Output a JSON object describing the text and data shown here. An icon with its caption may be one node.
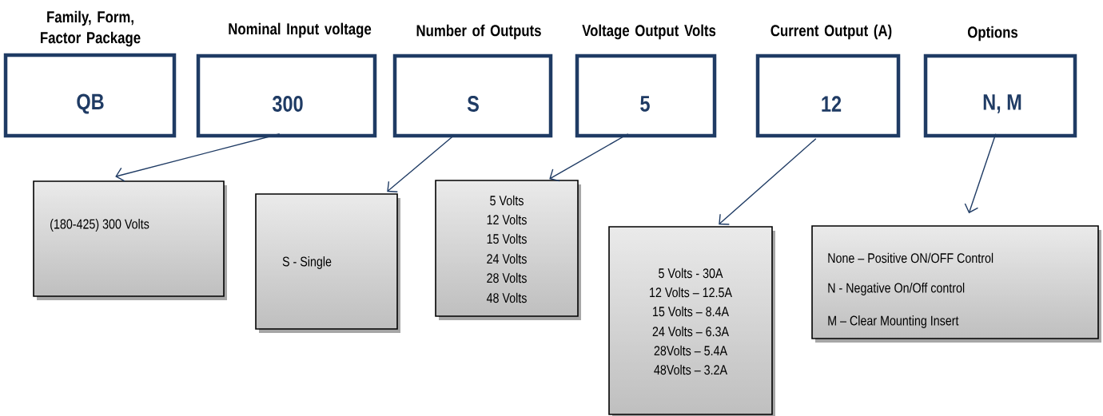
{
  "diagram": {
    "nodes": [
      {
        "text": [
          "Family, Form, Factor Package",
          "QB"
        ]
      },
      {
        "text": [
          "Nominal Input voltage",
          "300"
        ]
      },
      {
        "text": [
          "Number of Outputs",
          "S"
        ]
      },
      {
        "text": [
          "Voltage Output Volts",
          "5"
        ]
      },
      {
        "text": [
          "Current Output (A)",
          "12"
        ]
      },
      {
        "text": [
          "Options",
          "N, M"
        ]
      },
      {
        "text": [
          "(180-425) 300 Volts"
        ]
      },
      {
        "text": [
          "S - Single"
        ]
      },
      {
        "text": [
          "5 Volts",
          "12 Volts",
          "15 Volts",
          "24 Volts",
          "28 Volts",
          "48 Volts"
        ]
      },
      {
        "text": [
          "5 Volts - 30A",
          "12 Volts – 12.5A",
          "15 Volts – 8.4A",
          "24 Volts – 6.3A",
          "28Volts – 5.4A",
          "48Volts – 3.2A"
        ]
      },
      {
        "text": [
          "None – Positive ON/OFF Control",
          "N - Negative On/Off control",
          "M – Clear Mounting Insert"
        ]
      }
    ],
    "edges": [
      {
        "from": 1,
        "to": 6,
        "arrow": "to"
      },
      {
        "from": 2,
        "to": 7,
        "arrow": "to"
      },
      {
        "from": 3,
        "to": 8,
        "arrow": "to"
      },
      {
        "from": 4,
        "to": 9,
        "arrow": "to"
      },
      {
        "from": 5,
        "to": 10,
        "arrow": "to"
      }
    ]
  }
}
